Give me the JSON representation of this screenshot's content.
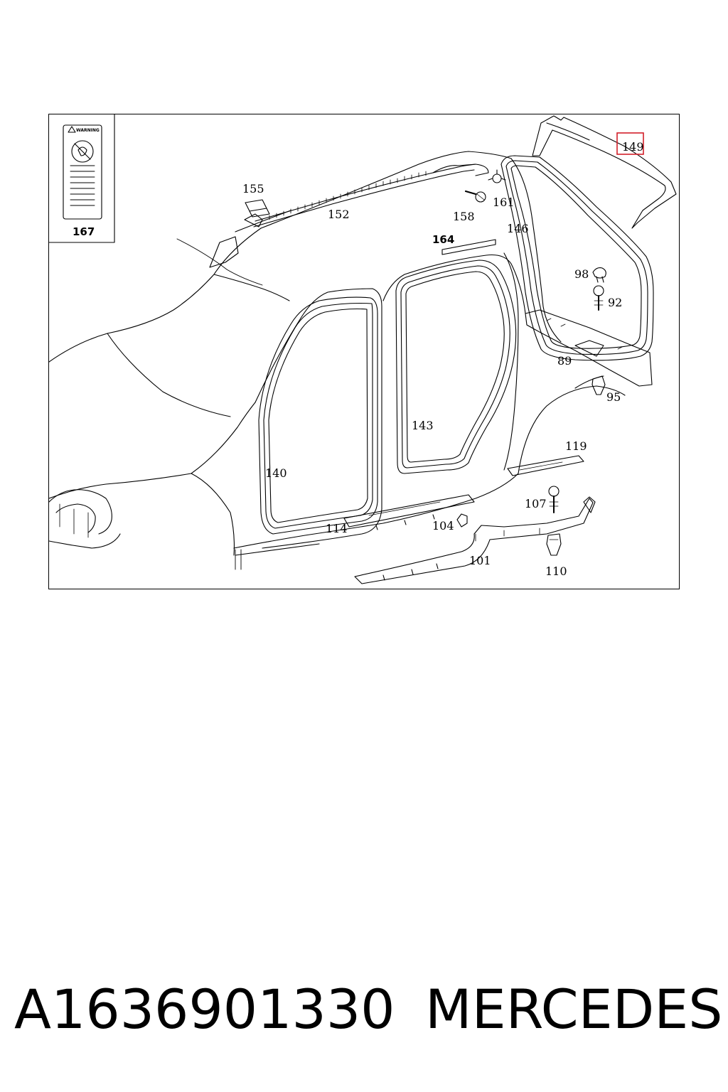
{
  "diagram": {
    "labels": {
      "l167": "167",
      "l155": "155",
      "l152": "152",
      "l158": "158",
      "l161": "161",
      "l164": "164",
      "l146": "146",
      "l149": "149",
      "l98": "98",
      "l92": "92",
      "l89": "89",
      "l95": "95",
      "l143": "143",
      "l140": "140",
      "l119": "119",
      "l107": "107",
      "l104": "104",
      "l114": "114",
      "l101": "101",
      "l110": "110"
    },
    "warning_text": "WARNING",
    "highlight_color": "#d21f2a"
  },
  "footer": {
    "part_number": "A1636901330",
    "brand": "MERCEDES"
  }
}
